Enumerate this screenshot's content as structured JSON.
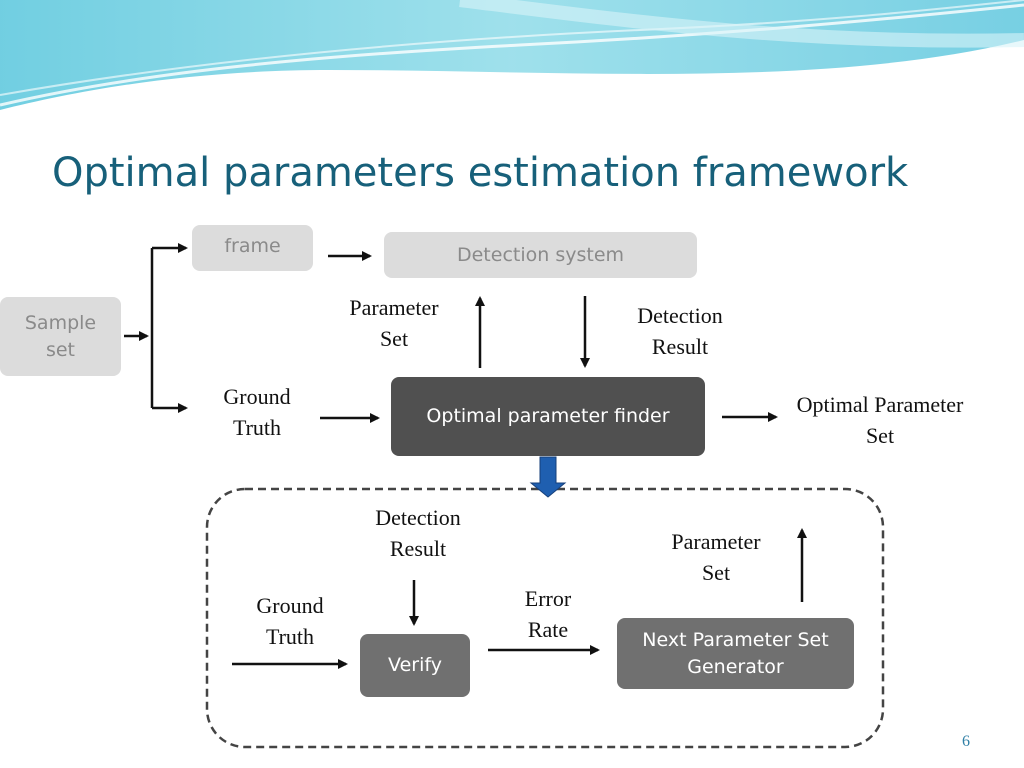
{
  "slide": {
    "title": "Optimal parameters estimation framework",
    "page_number": "6"
  },
  "diagram": {
    "sample_set": "Sample set",
    "frame": "frame",
    "detection_system": "Detection system",
    "parameter_set_top": "Parameter Set",
    "detection_result_top": "Detection Result",
    "ground_truth_top": "Ground Truth",
    "optimal_parameter_finder": "Optimal parameter finder",
    "optimal_parameter_set": "Optimal Parameter Set",
    "detection_result_inner": "Detection Result",
    "parameter_set_inner": "Parameter Set",
    "ground_truth_inner": "Ground Truth",
    "error_rate": "Error Rate",
    "verify": "Verify",
    "next_parameter_set_generator": "Next Parameter Set Generator"
  },
  "colors": {
    "title": "#17607a",
    "light_box": "#dcdcdc",
    "dark_box": "#505050",
    "mid_box": "#707070",
    "expand_arrow": "#1f5fb0"
  }
}
